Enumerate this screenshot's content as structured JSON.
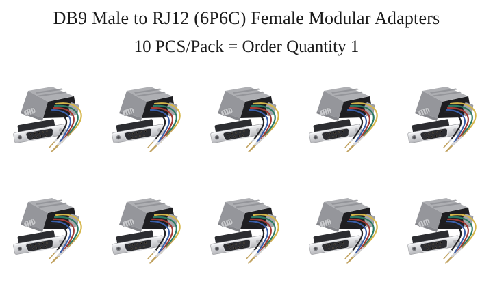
{
  "page": {
    "background": "#ffffff",
    "title": {
      "line1": "DB9 Male to RJ12 (6P6C) Female Modular Adapters",
      "line2": "10 PCS/Pack = Order Quantity 1"
    }
  },
  "product": {
    "name": "DB9 Male to RJ12 (6P6C) Female Modular Adapter",
    "image_alt": "Gray DB9 male to RJ12 female modular adapter with colored crimp wires"
  },
  "grid": {
    "rows": 2,
    "columns": 5,
    "count": 10
  },
  "colors": {
    "text": "#1b1b1b",
    "hood-top": "#aeafb3",
    "hood-front": "#95969b",
    "hood-side": "#a4a5aa",
    "hood-shade": "#85868b",
    "hood-groove": "#8f9095",
    "cavity": "#1e1e21",
    "screw": "#c9cacd",
    "flange-light": "#f0f1f3",
    "flange-dark": "#b6b7bb",
    "shell-dark": "#2c2d31",
    "shell-rim": "#d7d8db",
    "wire-yellow": "#d6b64a",
    "wire-green": "#2c7a64",
    "wire-red": "#a03a34",
    "wire-blue": "#3a5fa8",
    "wire-black": "#232327",
    "pin-gold": "#c0a15e",
    "pin-silver": "#d2d3d6"
  }
}
